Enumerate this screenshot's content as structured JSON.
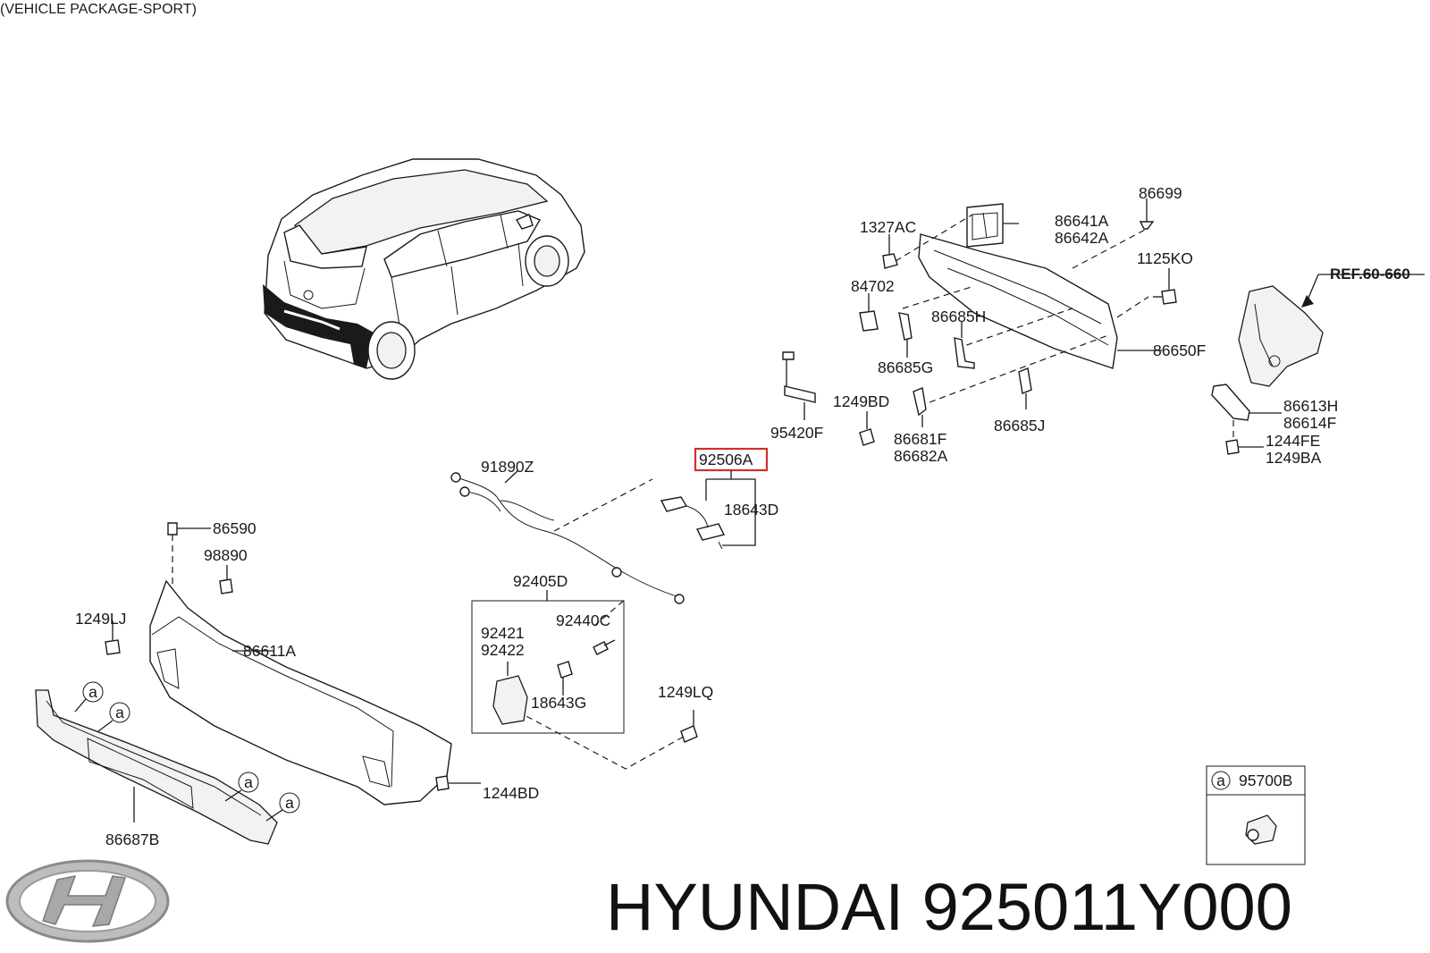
{
  "header": {
    "package_note": "(VEHICLE PACKAGE-SPORT)"
  },
  "highlight_color": "#d32f2f",
  "parts": {
    "p86699": "86699",
    "p1327AC": "1327AC",
    "p86641A": "86641A",
    "p86642A": "86642A",
    "p1125KO": "1125KO",
    "p84702": "84702",
    "p86685H": "86685H",
    "p86685G": "86685G",
    "p86650F": "86650F",
    "p1249BD": "1249BD",
    "p86681F": "86681F",
    "p86682A": "86682A",
    "p86685J": "86685J",
    "p95420F": "95420F",
    "p92506A": "92506A",
    "p18643D": "18643D",
    "p91890Z": "91890Z",
    "p86590": "86590",
    "p98890": "98890",
    "p1249LJ": "1249LJ",
    "p86611A": "86611A",
    "p92405D": "92405D",
    "p92421": "92421",
    "p92422": "92422",
    "p92440C": "92440C",
    "p18643G": "18643G",
    "p1249LQ": "1249LQ",
    "p1244BD": "1244BD",
    "p86687B": "86687B",
    "p86613H": "86613H",
    "p86614F": "86614F",
    "p1244FE": "1244FE",
    "p1249BA": "1249BA",
    "ref": "REF.60-660",
    "p95700B": "95700B"
  },
  "callout_marker": "a",
  "footer": {
    "logo_icon": "hyundai-logo-icon",
    "brand_text": "HYUNDAI 925011Y000"
  }
}
